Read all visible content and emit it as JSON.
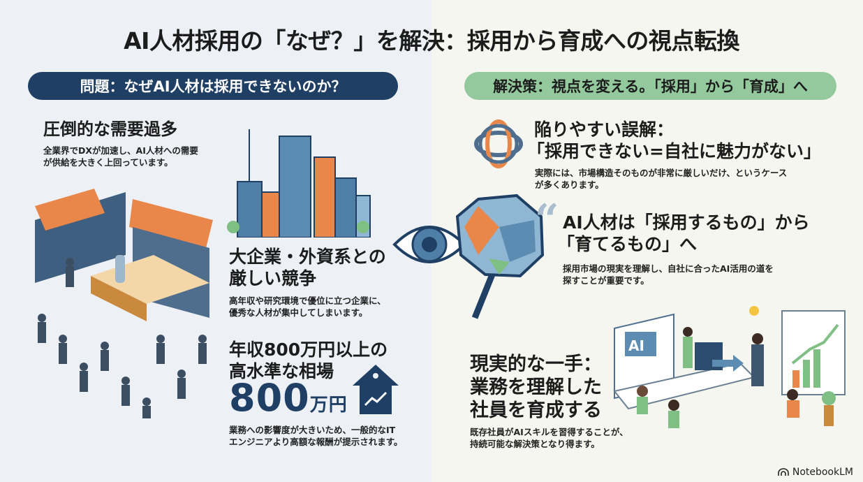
{
  "title": "AI人材採用の「なぜ？」を解決：採用から育成への視点転換",
  "problem": {
    "banner": "問題：なぜAI人材は採用できないのか？",
    "items": [
      {
        "heading": "圧倒的な需要過多",
        "desc_lines": [
          "全業界でDXが加速し、AI人材への需要",
          "が供給を大きく上回っています。"
        ]
      },
      {
        "heading_lines": [
          "大企業・外資系との",
          "厳しい競争"
        ],
        "desc_lines": [
          "高年収や研究環境で優位に立つ企業に、",
          "優秀な人材が集中してしまいます。"
        ]
      },
      {
        "heading_lines": [
          "年収800万円以上の",
          "高水準な相場"
        ],
        "figure": "800",
        "figure_unit": "万円",
        "desc_lines": [
          "業務への影響度が大きいため、一般的なIT",
          "エンジニアより高額な報酬が提示されます。"
        ]
      }
    ]
  },
  "solution": {
    "banner": "解決策：視点を変える。「採用」から「育成」へ",
    "items": [
      {
        "heading_lines": [
          "陥りやすい誤解：",
          "「採用できない=自社に魅力がない」"
        ],
        "desc_lines": [
          "実際には、市場構造そのものが非常に厳しいだけ、というケース",
          "が多くあります。"
        ]
      },
      {
        "quote_mark": "“",
        "heading_lines": [
          "AI人材は「採用するもの」から",
          "「育てるもの」へ"
        ],
        "desc_lines": [
          "採用市場の現実を理解し、自社に合ったAI活用の道を",
          "探すことが重要です。"
        ]
      },
      {
        "heading_lines": [
          "現実的な一手：",
          "業務を理解した",
          "社員を育成する"
        ],
        "desc_lines": [
          "既存社員がAIスキルを習得することが、",
          "持続可能な解決策となり得ます。"
        ]
      }
    ],
    "illustration_screen_label": "AI"
  },
  "branding": "NotebookLM",
  "colors": {
    "navy": "#1f3f64",
    "green": "#93c99c",
    "orange": "#e9874a",
    "steel": "#4f7ea6"
  }
}
